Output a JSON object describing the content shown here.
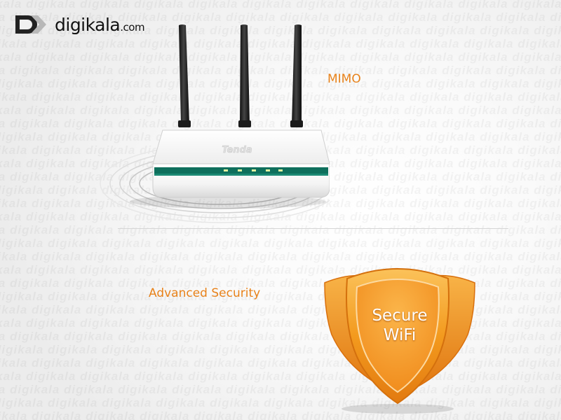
{
  "logo": {
    "text": "digikala",
    "suffix": ".com",
    "icon": "digikala-mark-icon"
  },
  "watermark": {
    "text": "digikala"
  },
  "features": [
    {
      "label": "MIMO",
      "image": "wireless-router-image"
    },
    {
      "label": "Advanced Security",
      "image": "secure-wifi-shield"
    }
  ],
  "shield": {
    "line1": "Secure",
    "line2": "WiFi"
  },
  "router": {
    "brand": "Tenda"
  },
  "colors": {
    "accent": "#e8821a",
    "shield_orange": "#f39a1e",
    "background": "#f3f3f3"
  }
}
